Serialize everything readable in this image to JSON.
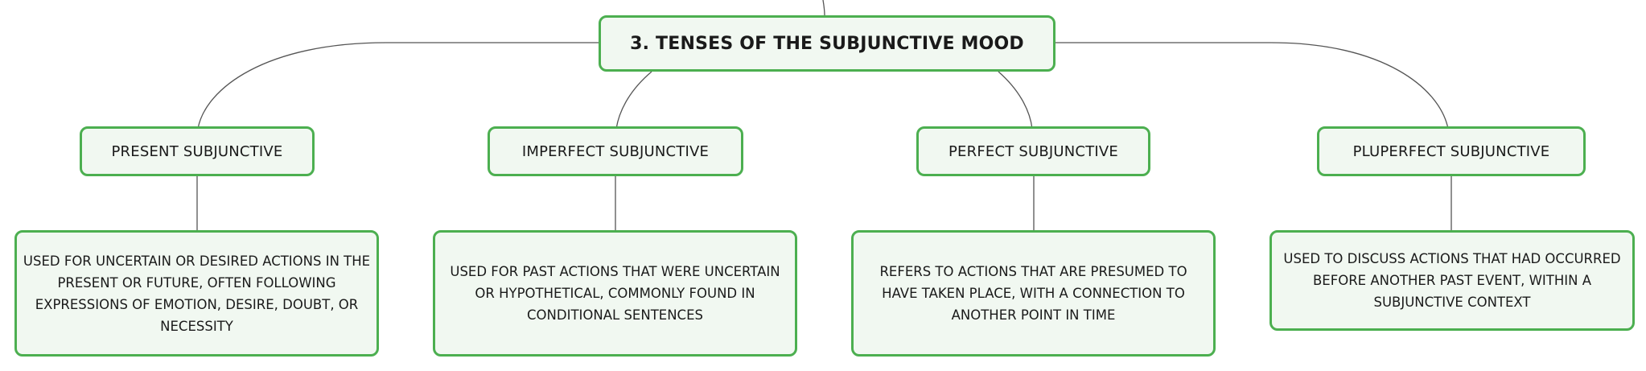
{
  "root": {
    "title": "3. TENSES OF THE SUBJUNCTIVE MOOD"
  },
  "branches": [
    {
      "label": "PRESENT SUBJUNCTIVE",
      "description": "USED FOR UNCERTAIN OR DESIRED ACTIONS IN THE PRESENT OR FUTURE, OFTEN FOLLOWING EXPRESSIONS OF EMOTION, DESIRE, DOUBT, OR NECESSITY"
    },
    {
      "label": "IMPERFECT SUBJUNCTIVE",
      "description": "USED FOR PAST ACTIONS THAT WERE UNCERTAIN OR HYPOTHETICAL, COMMONLY FOUND IN CONDITIONAL SENTENCES"
    },
    {
      "label": "PERFECT SUBJUNCTIVE",
      "description": "REFERS TO ACTIONS THAT ARE PRESUMED TO HAVE TAKEN PLACE, WITH A CONNECTION TO ANOTHER POINT IN TIME"
    },
    {
      "label": "PLUPERFECT SUBJUNCTIVE",
      "description": "USED TO DISCUSS ACTIONS THAT HAD OCCURRED BEFORE ANOTHER PAST EVENT, WITHIN A SUBJUNCTIVE CONTEXT"
    }
  ],
  "colors": {
    "node_border": "#4caf50",
    "node_fill": "#f1f8f1",
    "connector": "#555555",
    "text": "#1a1a1a"
  }
}
